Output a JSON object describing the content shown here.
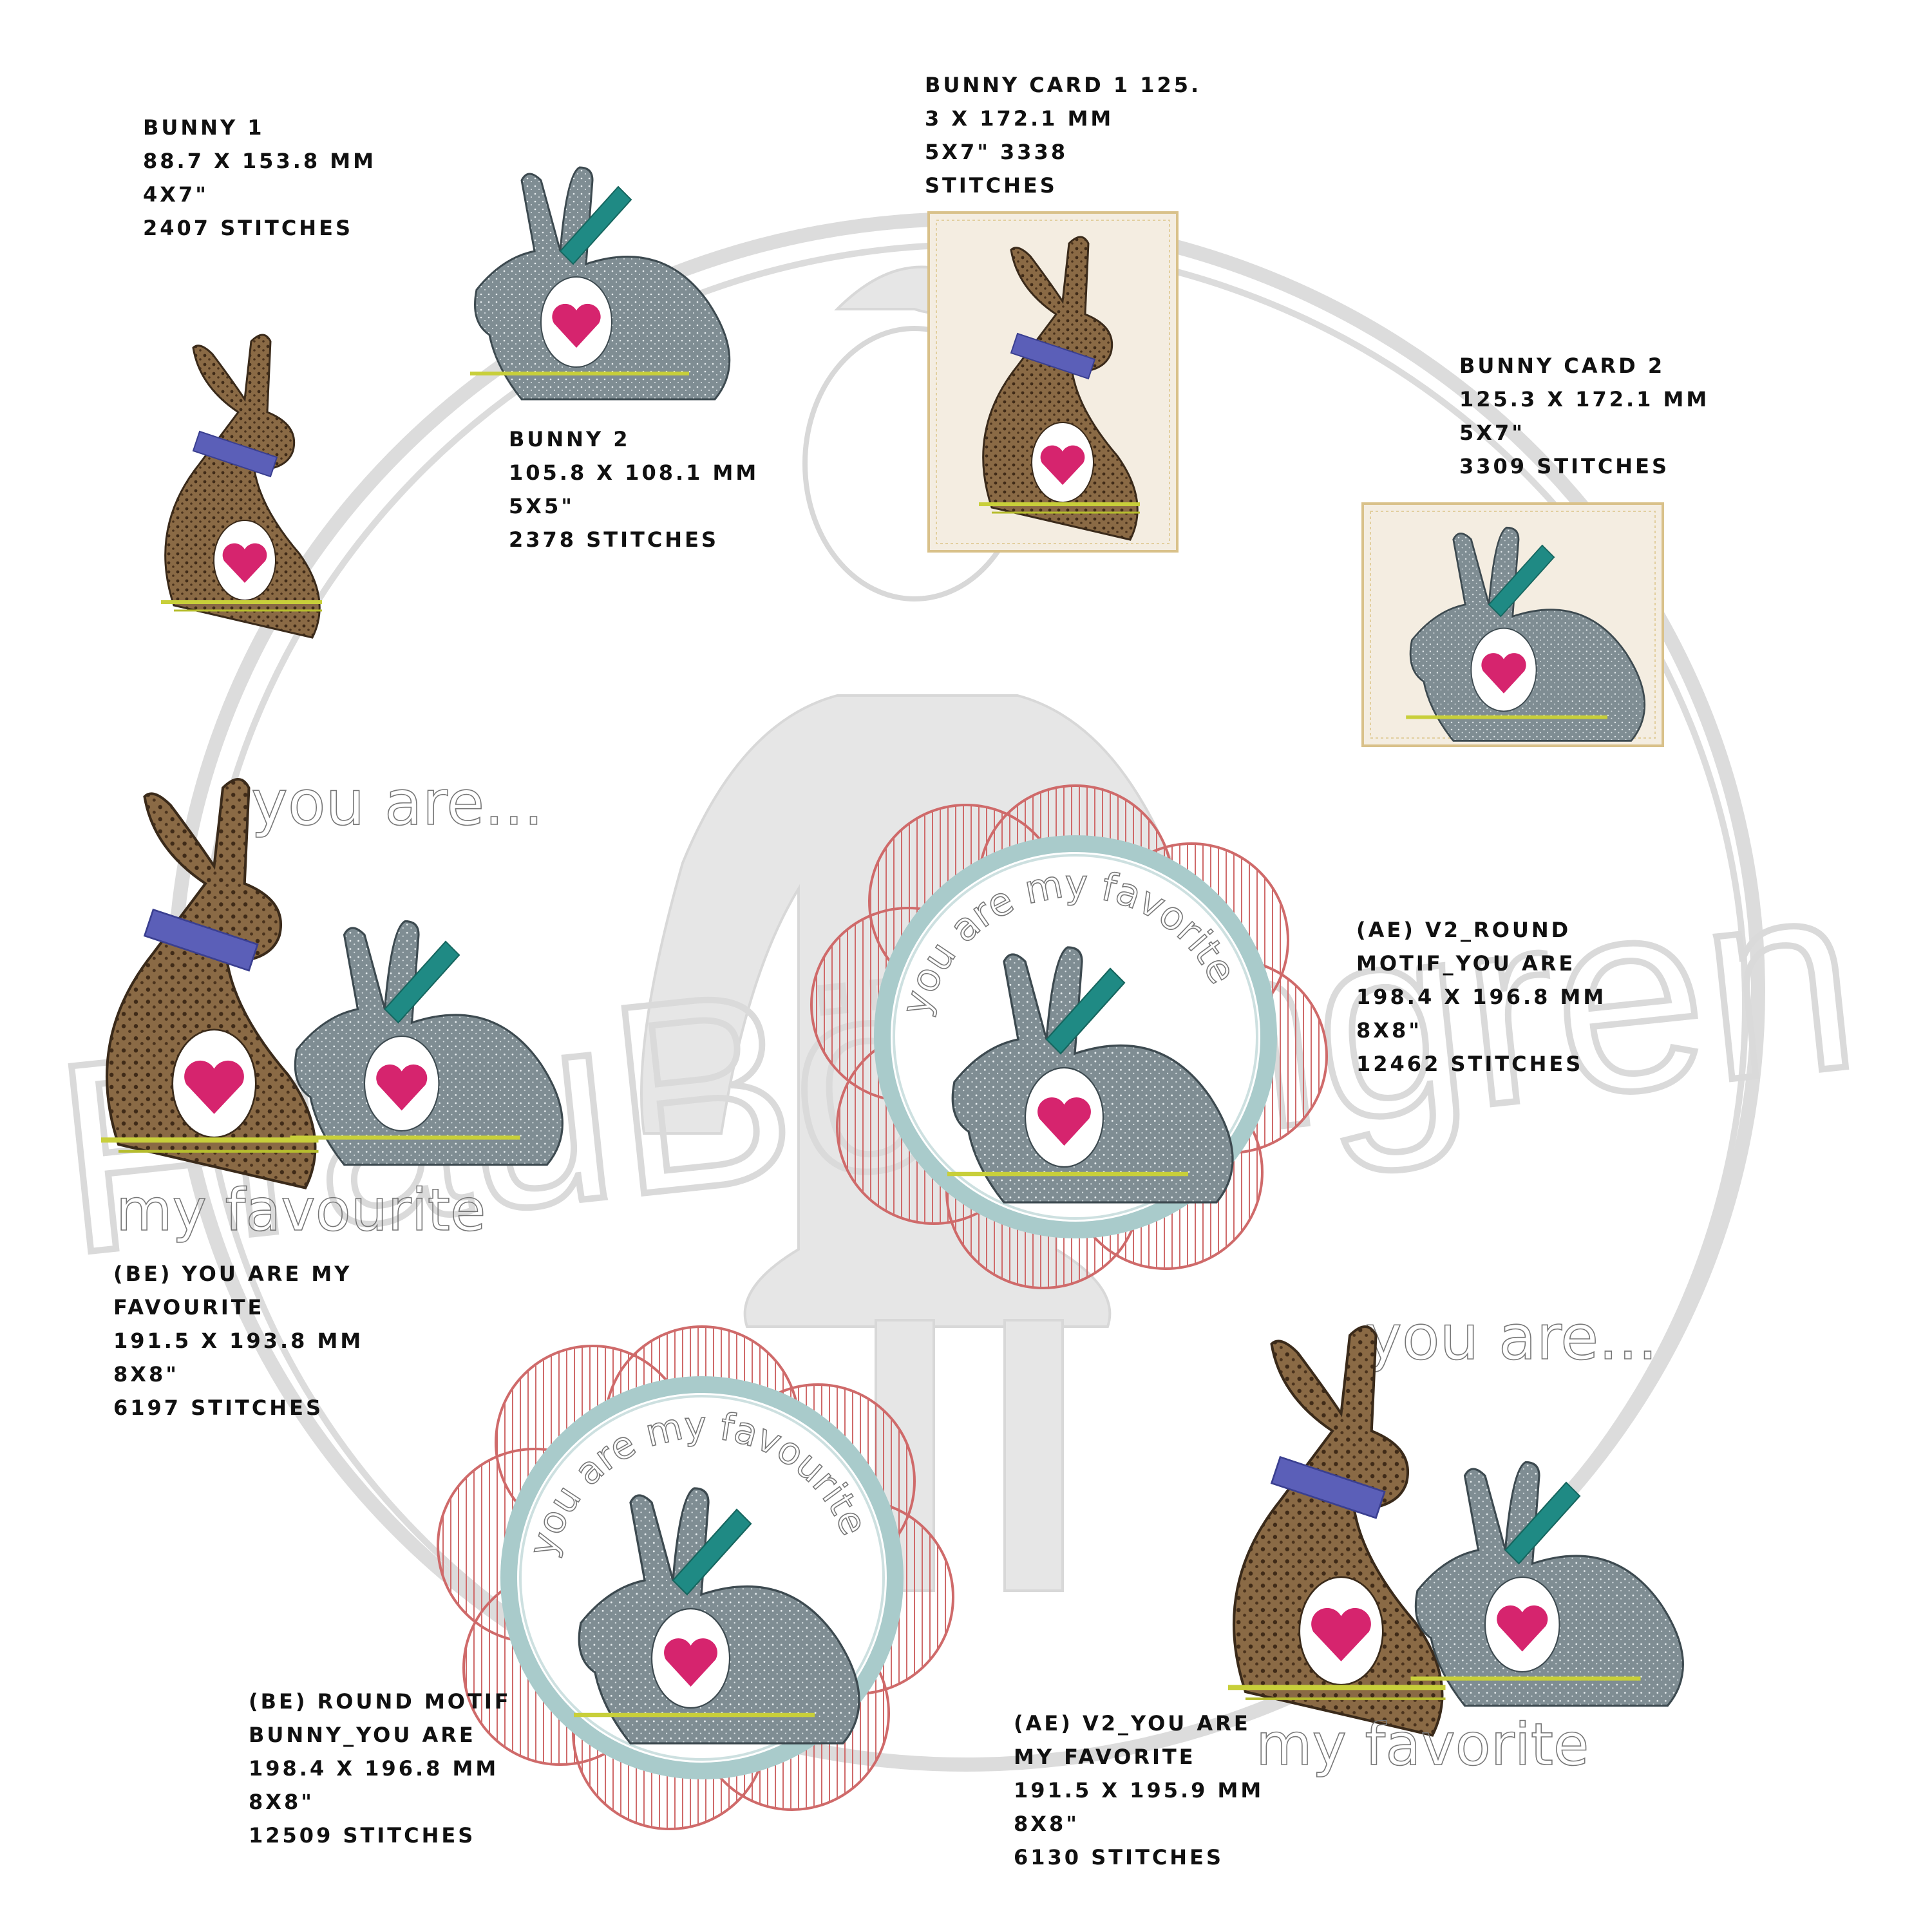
{
  "watermark": {
    "text": "FrauBöhmgren",
    "colors": {
      "ring": "#dcdcdc",
      "figure": "#e4e4e4"
    }
  },
  "palette": {
    "brown_bunny": "#8a6a45",
    "grey_bunny": "#7f8d93",
    "heart": "#d6246e",
    "scarf_blue": "#5b5fb8",
    "scarf_teal": "#1f8a84",
    "grass": "#c8cf3a",
    "card_bg": "#f4ede1",
    "flower_outline": "#cf6a6a",
    "frame_ring": "#a9cbcb"
  },
  "designs": [
    {
      "id": "bunny1",
      "lines": [
        "Bunny 1",
        "88.7 x 153.8 mm",
        "4x7\"",
        "2407 Stitches"
      ]
    },
    {
      "id": "bunny2",
      "lines": [
        "Bunny 2",
        "105.8 x 108.1 mm",
        "5x5\"",
        "2378 Stitches"
      ]
    },
    {
      "id": "card1",
      "lines": [
        "Bunny Card 1  125.",
        "3 x 172.1 mm",
        "5x7\"  3338",
        "Stitches"
      ]
    },
    {
      "id": "card2",
      "lines": [
        "Bunny Card 2",
        "125.3 x 172.1 mm",
        "5x7\"",
        "3309 Stitches"
      ]
    },
    {
      "id": "be_pair",
      "lines": [
        "(BE) You are my",
        "favourite",
        "191.5 x 193.8 mm",
        "8x8\"",
        "6197 Stitches"
      ]
    },
    {
      "id": "ae_round",
      "lines": [
        "(AE) V2_round",
        "motif_You are",
        "198.4 x 196.8 mm",
        "8x8\"",
        "12462 Stitches"
      ]
    },
    {
      "id": "be_round",
      "lines": [
        "(BE) round motif",
        "Bunny_You are",
        "198.4 x 196.8 mm",
        "8x8\"",
        "12509 Stitches"
      ]
    },
    {
      "id": "ae_pair",
      "lines": [
        "(AE) V2_You are",
        "my favorite",
        "191.5 x 195.9 mm",
        "8x8\"",
        "6130 Stitches"
      ]
    }
  ],
  "motif_text": {
    "be_pair_top": "you are...",
    "be_pair_bottom": "my favourite",
    "ae_pair_top": "you are...",
    "ae_pair_bottom": "my favorite",
    "ae_round_arc": "you are my favorite",
    "be_round_arc": "you are my favourite"
  }
}
